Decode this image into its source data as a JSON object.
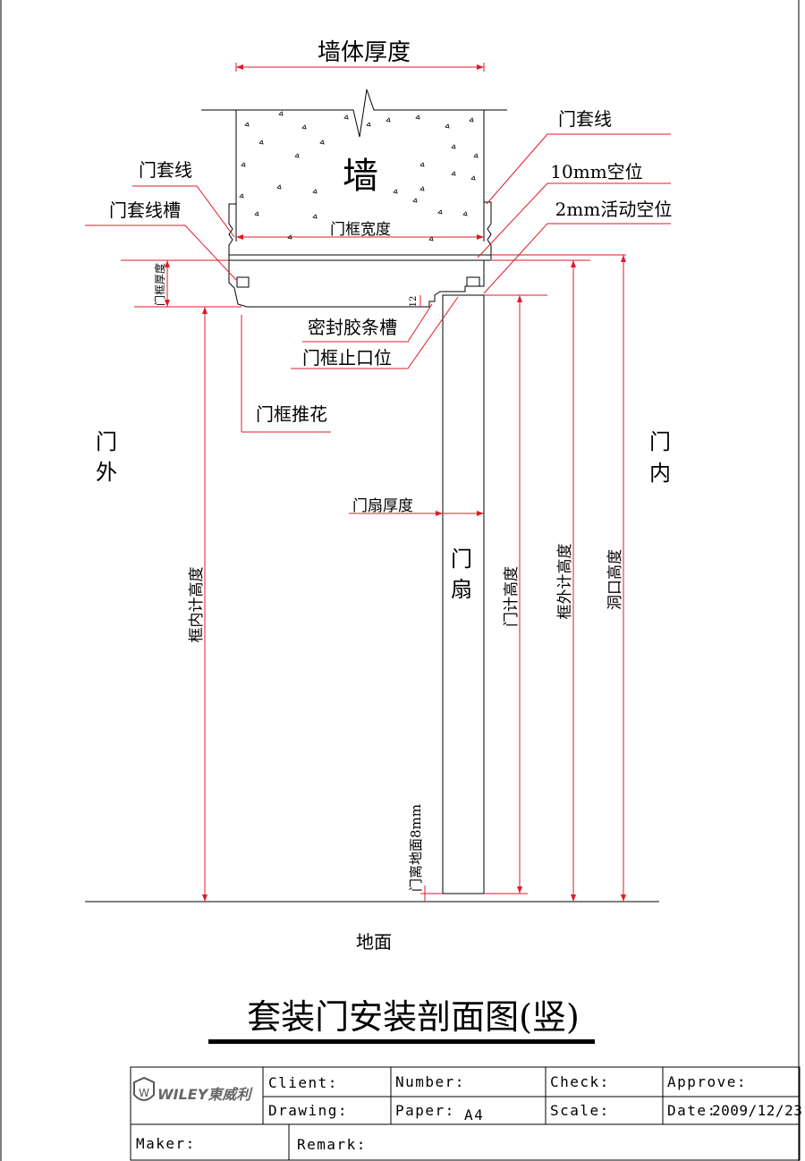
{
  "drawing": {
    "wall_thickness": "墙体厚度",
    "wall": "墙",
    "frame_width": "门框宽度",
    "casing_line_right": "门套线",
    "gap_10mm": "10mm空位",
    "gap_2mm": "2mm活动空位",
    "casing_line_left": "门套线",
    "casing_groove": "门套线槽",
    "frame_thickness": "门框厚度",
    "dim_12": "12",
    "seal_groove": "密封胶条槽",
    "frame_stop": "门框止口位",
    "frame_planing": "门框推花",
    "outside_1": "门",
    "outside_2": "外",
    "inside_1": "门",
    "inside_2": "内",
    "leaf_thickness": "门扇厚度",
    "leaf_1": "门",
    "leaf_2": "扇",
    "inner_frame_height": "框内计高度",
    "door_height": "门计高度",
    "outer_frame_height": "框外计高度",
    "opening_height": "洞口高度",
    "floor_gap": "门离地面8mm",
    "ground": "地面"
  },
  "title": "套装门安装剖面图(竖)",
  "title_block": {
    "logo_text": "WILEY東威利",
    "client": "Client:",
    "number": "Number:",
    "check": "Check:",
    "approve": "Approve:",
    "drawing": "Drawing:",
    "paper_label": "Paper:",
    "paper_value": "A4",
    "scale": "Scale:",
    "date_label": "Date:",
    "date_value": "2009/12/23",
    "maker": "Maker:",
    "remark": "Remark:"
  }
}
